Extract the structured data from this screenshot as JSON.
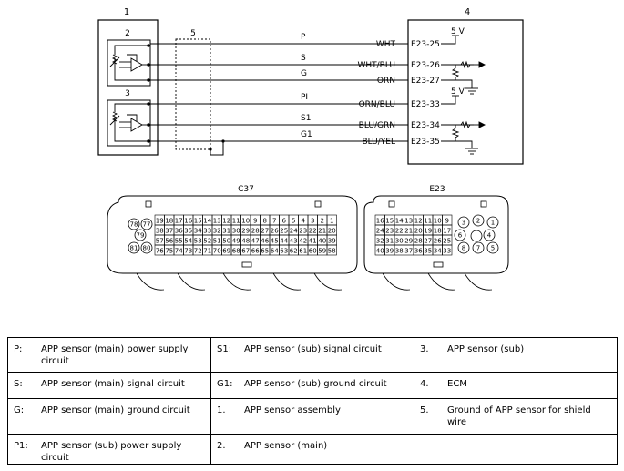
{
  "diagram": {
    "components": [
      {
        "id": "1",
        "label": "1"
      },
      {
        "id": "2",
        "label": "2"
      },
      {
        "id": "3",
        "label": "3"
      },
      {
        "id": "4",
        "label": "4"
      },
      {
        "id": "5",
        "label": "5"
      }
    ],
    "wires": [
      {
        "code": "P",
        "color": "WHT",
        "pin": "E23-25"
      },
      {
        "code": "S",
        "color": "WHT/BLU",
        "pin": "E23-26"
      },
      {
        "code": "G",
        "color": "ORN",
        "pin": "E23-27"
      },
      {
        "code": "PI",
        "color": "ORN/BLU",
        "pin": "E23-33"
      },
      {
        "code": "S1",
        "color": "BLU/GRN",
        "pin": "E23-34"
      },
      {
        "code": "G1",
        "color": "BLU/YEL",
        "pin": "E23-35"
      }
    ],
    "voltages": [
      "5 V",
      "5 V"
    ],
    "connector_c37": {
      "name": "C37",
      "row1": [
        "19",
        "18",
        "17",
        "16",
        "15",
        "14",
        "13",
        "12",
        "11",
        "10",
        "9",
        "8",
        "7",
        "6",
        "5",
        "4",
        "3",
        "2",
        "1"
      ],
      "row2": [
        "38",
        "37",
        "36",
        "35",
        "34",
        "33",
        "32",
        "31",
        "30",
        "29",
        "28",
        "27",
        "26",
        "25",
        "24",
        "23",
        "22",
        "21",
        "20"
      ],
      "row3": [
        "57",
        "56",
        "55",
        "54",
        "53",
        "52",
        "51",
        "50",
        "49",
        "48",
        "47",
        "46",
        "45",
        "44",
        "43",
        "42",
        "41",
        "40",
        "39"
      ],
      "row4": [
        "76",
        "75",
        "74",
        "73",
        "72",
        "71",
        "70",
        "69",
        "68",
        "67",
        "66",
        "65",
        "64",
        "63",
        "62",
        "61",
        "60",
        "59",
        "58"
      ],
      "round": [
        "78",
        "77",
        "79",
        "81",
        "80"
      ]
    },
    "connector_e23": {
      "name": "E23",
      "row1": [
        "16",
        "15",
        "14",
        "13",
        "12",
        "11",
        "10",
        "9"
      ],
      "row2": [
        "24",
        "23",
        "22",
        "21",
        "20",
        "19",
        "18",
        "17"
      ],
      "row3": [
        "32",
        "31",
        "30",
        "29",
        "28",
        "27",
        "26",
        "25"
      ],
      "row4": [
        "40",
        "39",
        "38",
        "37",
        "36",
        "35",
        "34",
        "33"
      ],
      "round": [
        "3",
        "2",
        "1",
        "6",
        "4",
        "8",
        "7",
        "5"
      ]
    }
  },
  "legend": {
    "rows": [
      [
        {
          "code": "P:",
          "desc": "APP sensor (main) power supply circuit"
        },
        {
          "code": "S1:",
          "desc": "APP sensor (sub) signal circuit"
        },
        {
          "code": "3.",
          "desc": "APP sensor (sub)"
        }
      ],
      [
        {
          "code": "S:",
          "desc": "APP sensor (main) signal circuit"
        },
        {
          "code": "G1:",
          "desc": "APP sensor (sub) ground circuit"
        },
        {
          "code": "4.",
          "desc": "ECM"
        }
      ],
      [
        {
          "code": "G:",
          "desc": "APP sensor (main) ground circuit"
        },
        {
          "code": "1.",
          "desc": "APP sensor assembly"
        },
        {
          "code": "5.",
          "desc": "Ground of APP sensor for shield wire"
        }
      ],
      [
        {
          "code": "P1:",
          "desc": "APP sensor (sub) power supply circuit"
        },
        {
          "code": "2.",
          "desc": "APP sensor (main)"
        },
        {
          "code": "",
          "desc": ""
        }
      ]
    ]
  }
}
